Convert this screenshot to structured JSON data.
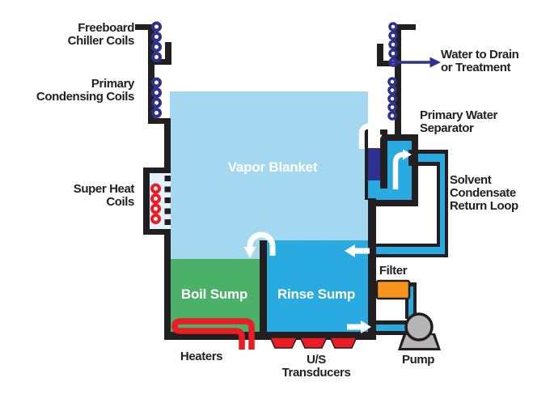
{
  "palette": {
    "wall": "#231f20",
    "vapor": "#a3d8f0",
    "liquid": "#29abe2",
    "boil": "#4cb168",
    "navy": "#2e3192",
    "red": "#ed1c24",
    "orange": "#f7941e",
    "pump_gray": "#b5b5b5",
    "label": "#231f20",
    "white": "#ffffff"
  },
  "labels": {
    "freeboard_chiller_coils": "Freeboard\nChiller Coils",
    "primary_condensing_coils": "Primary\nCondensing Coils",
    "super_heat_coils": "Super Heat\nCoils",
    "water_to_drain": "Water to Drain\nor Treatment",
    "primary_water_separator": "Primary Water\nSeparator",
    "solvent_condensate_return_loop": "Solvent\nCondensate\nReturn Loop",
    "vapor_blanket": "Vapor Blanket",
    "boil_sump": "Boil Sump",
    "rinse_sump": "Rinse Sump",
    "heaters": "Heaters",
    "us_transducers": "U/S\nTransducers",
    "pump": "Pump",
    "filter": "Filter"
  }
}
